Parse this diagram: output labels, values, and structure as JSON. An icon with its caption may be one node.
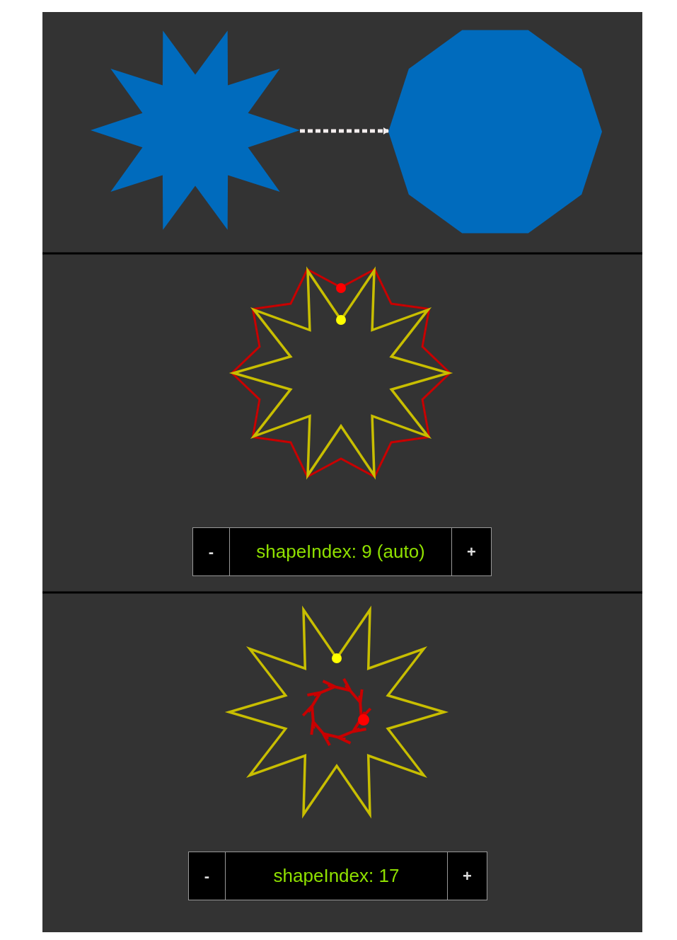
{
  "diagram": {
    "nodes": [
      {
        "text": [],
        "shape": "star"
      },
      {
        "text": [],
        "shape": "decagon"
      }
    ],
    "edges": [
      {
        "from": 0,
        "to": 1,
        "arrow": "to",
        "style": "dashed"
      }
    ],
    "labels": [
      "-",
      "shapeIndex: 9 (auto)",
      "+",
      "-",
      "shapeIndex: 17",
      "+"
    ]
  }
}
